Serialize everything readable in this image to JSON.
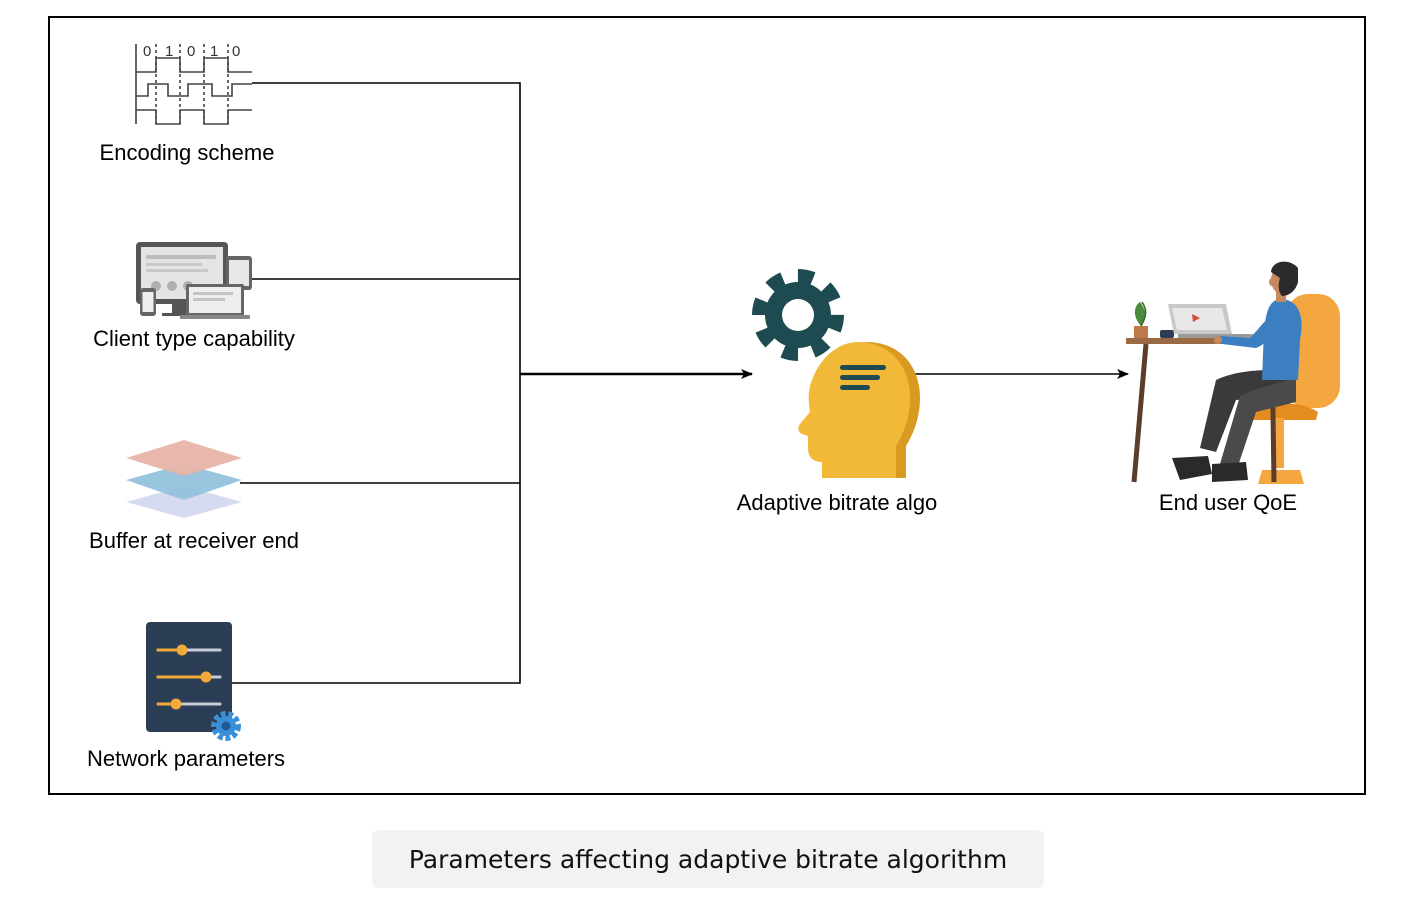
{
  "nodes": {
    "encoding": {
      "label": "Encoding scheme",
      "bits": [
        "0",
        "1",
        "0",
        "1",
        "0"
      ]
    },
    "client": {
      "label": "Client type capability"
    },
    "buffer": {
      "label": "Buffer at receiver end"
    },
    "network": {
      "label": "Network parameters"
    },
    "algo": {
      "label": "Adaptive bitrate algo"
    },
    "user": {
      "label": "End user QoE"
    }
  },
  "caption": "Parameters affecting adaptive bitrate algorithm",
  "colors": {
    "gear_dark": "#1e4a52",
    "head_yellow": "#f2b838",
    "head_shade": "#d99a22",
    "layer_pink": "#e8b4a8",
    "layer_blue": "#94c2dc",
    "layer_lavender": "#d6dbef",
    "panel_navy": "#2c3e55",
    "slider_orange": "#f2a93b",
    "gear_blue": "#3a8fd8",
    "chair_orange": "#f4a640",
    "shirt_blue": "#3b7ec2"
  }
}
